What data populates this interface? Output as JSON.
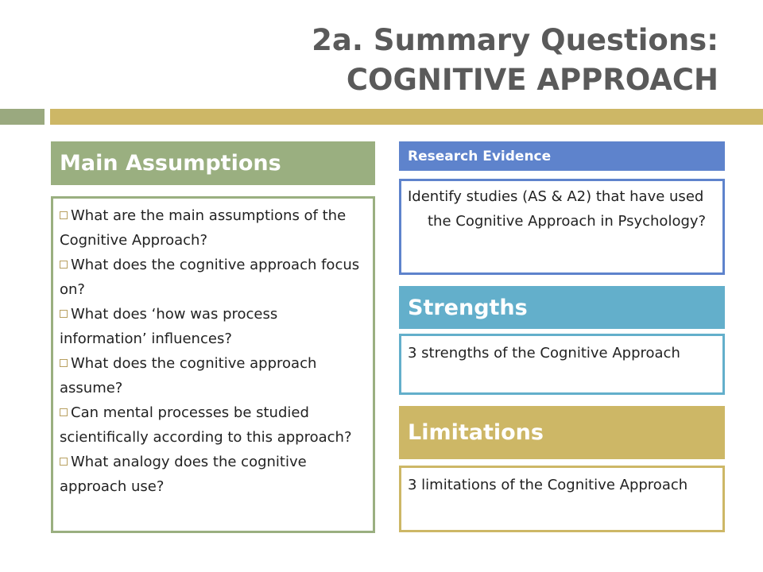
{
  "title": {
    "line1": "2a. Summary Questions:",
    "line2": "COGNITIVE APPROACH"
  },
  "main_assumptions": {
    "header": "Main Assumptions",
    "questions": [
      "What are the main assumptions of the Cognitive Approach?",
      "What does the cognitive approach focus on?",
      "What does ‘how was process information’ influences?",
      "What does the cognitive approach assume?",
      "Can mental processes be studied scientifically according to this approach?",
      "What analogy does the cognitive approach use?"
    ]
  },
  "research_evidence": {
    "header": "Research Evidence",
    "text": "Identify studies (AS & A2) that have used the Cognitive Approach in Psychology?"
  },
  "strengths": {
    "header": "Strengths",
    "text": "3 strengths of the Cognitive Approach"
  },
  "limitations": {
    "header": "Limitations",
    "text": "3 limitations of the Cognitive Approach"
  },
  "colors": {
    "title": "#5a5a5a",
    "main_assumptions": "#9aaf80",
    "research_evidence": "#5e83cc",
    "strengths": "#63afcb",
    "limitations": "#cdb766"
  },
  "icons": {
    "bullet": "square-bullet-icon"
  }
}
